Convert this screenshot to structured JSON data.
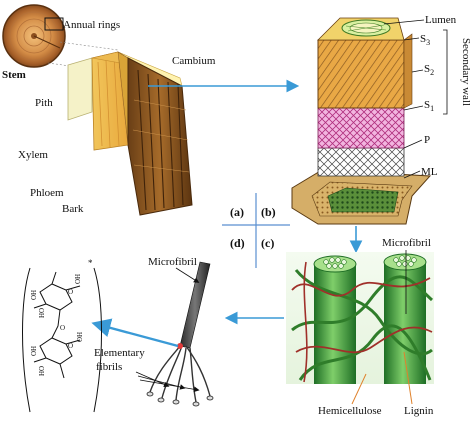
{
  "labels": {
    "annual_rings": "Annual rings",
    "stem": "Stem",
    "cambium": "Cambium",
    "pith": "Pith",
    "xylem": "Xylem",
    "phloem": "Phloem",
    "bark": "Bark",
    "lumen": "Lumen",
    "s3": "S",
    "s3_sub": "3",
    "s2": "S",
    "s2_sub": "2",
    "s1": "S",
    "s1_sub": "1",
    "p": "P",
    "ml": "ML",
    "secondary_wall": "Secondary wall",
    "panel_a": "(a)",
    "panel_b": "(b)",
    "panel_c": "(c)",
    "panel_d": "(d)",
    "microfibril_left": "Microfibril",
    "microfibril_right": "Microfibril",
    "elementary_fibrils_1": "Elementary",
    "elementary_fibrils_2": "fibrils",
    "hemicellulose": "Hemicellulose",
    "lignin": "Lignin",
    "oh": "OH",
    "ho": "HO",
    "o": "O",
    "star": "*"
  },
  "colors": {
    "arrow_blue": "#3a9ad6",
    "divider": "#5b8fd0",
    "wood_dark": "#8a5a22",
    "wood_light": "#e8a845",
    "pink_layer": "#e08bc6",
    "green_lumen": "#7db24a",
    "cellulose_green": "#3f9a3a",
    "lignin_red": "#a0302a",
    "leader_orange": "#e0822c"
  }
}
